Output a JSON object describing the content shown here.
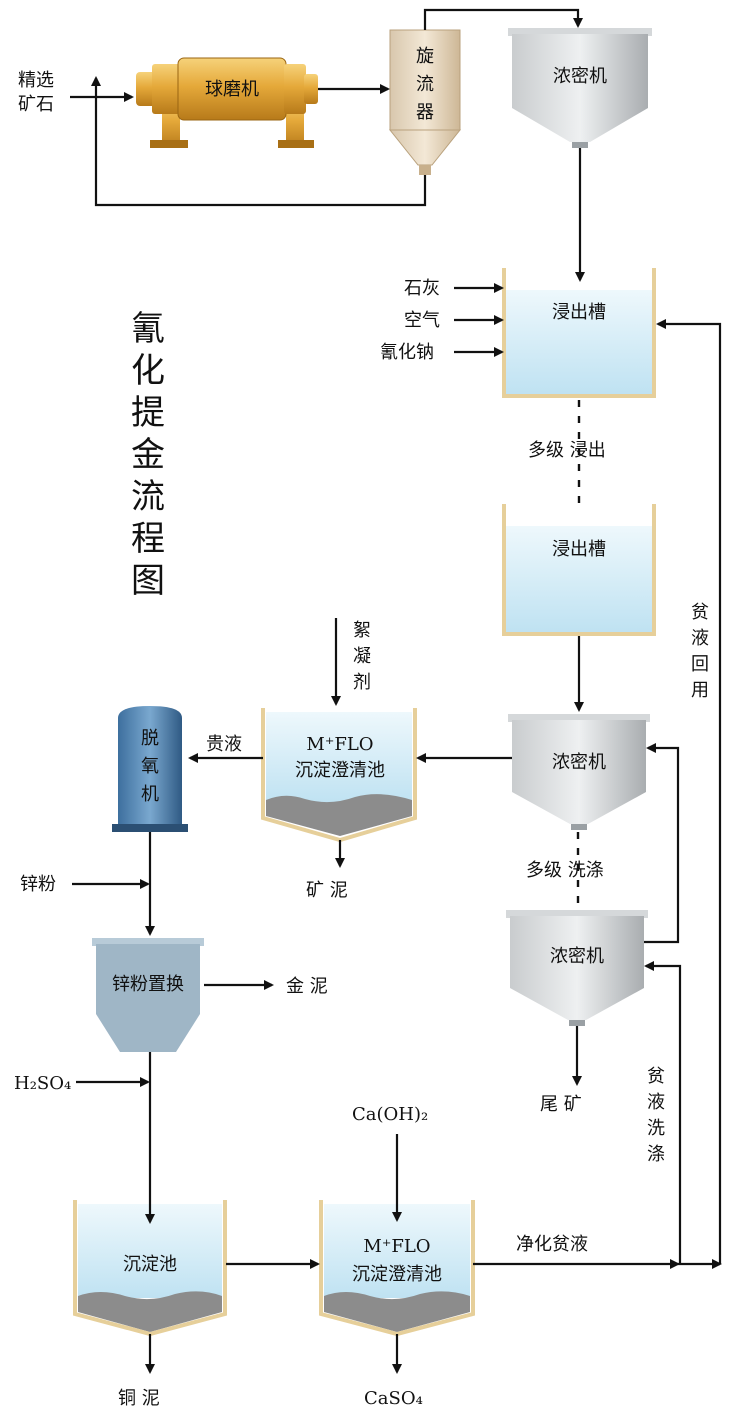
{
  "title_chars": [
    "氰",
    "化",
    "提",
    "金",
    "流",
    "程",
    "图"
  ],
  "inputs": {
    "ore_line1": "精选",
    "ore_line2": "矿石",
    "lime": "石灰",
    "air": "空气",
    "cyanide": "氰化钠",
    "flocculant": [
      "絮",
      "凝",
      "剂"
    ],
    "zinc_powder": "锌粉",
    "h2so4": "H₂SO₄",
    "caoh2": "Ca(OH)₂"
  },
  "units": {
    "ball_mill": "球磨机",
    "cyclone": [
      "旋",
      "流",
      "器"
    ],
    "thickener_top": "浓密机",
    "leach_tank_1": "浸出槽",
    "leach_tank_2": "浸出槽",
    "thickener_mid": "浓密机",
    "thickener_low": "浓密机",
    "clarifier_1_line1": "M⁺FLO",
    "clarifier_1_line2": "沉淀澄清池",
    "deaerator": [
      "脱",
      "氧",
      "机"
    ],
    "zinc_replace": "锌粉置换",
    "settling_tank": "沉淀池",
    "clarifier_2_line1": "M⁺FLO",
    "clarifier_2_line2": "沉淀澄清池"
  },
  "flows": {
    "multi_leach": "多级  浸出",
    "multi_wash": "多级  洗涤",
    "pregnant": "贵液",
    "barren_return": [
      "贫",
      "液",
      "回",
      "用"
    ],
    "barren_wash": [
      "贫",
      "液",
      "洗",
      "涤"
    ],
    "purified": "净化贫液"
  },
  "outputs": {
    "ore_mud": "矿  泥",
    "gold_mud": "金  泥",
    "tailings": "尾  矿",
    "copper_mud": "铜  泥",
    "caso4": "CaSO₄"
  }
}
